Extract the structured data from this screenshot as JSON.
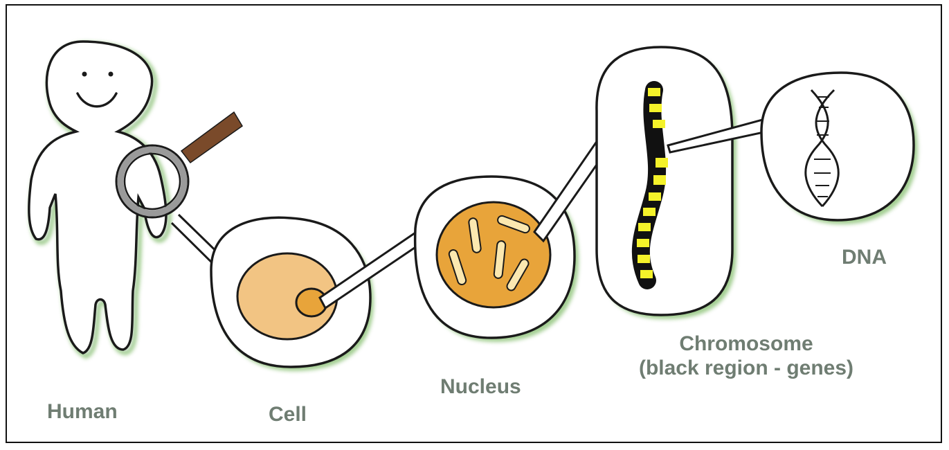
{
  "labels": {
    "human": "Human",
    "cell": "Cell",
    "nucleus": "Nucleus",
    "chromosome_line1": "Chromosome",
    "chromosome_line2": "(black region - genes)",
    "dna": "DNA"
  },
  "colors": {
    "outline": "#1a1a1a",
    "shadow": "#5aa83a",
    "cytoplasm": "#f2c483",
    "nucleus_fill": "#e8a43a",
    "chromosome_yellow": "#f4f22a",
    "chromosome_black": "#111111",
    "handle": "#7a4a2a",
    "lens_ring": "#9a9a9a",
    "label_text": "#6f7d72"
  },
  "icons": [
    "human-figure",
    "magnifying-glass-icon",
    "cell-icon",
    "nucleus-icon",
    "chromosome-icon",
    "dna-helix-icon"
  ]
}
